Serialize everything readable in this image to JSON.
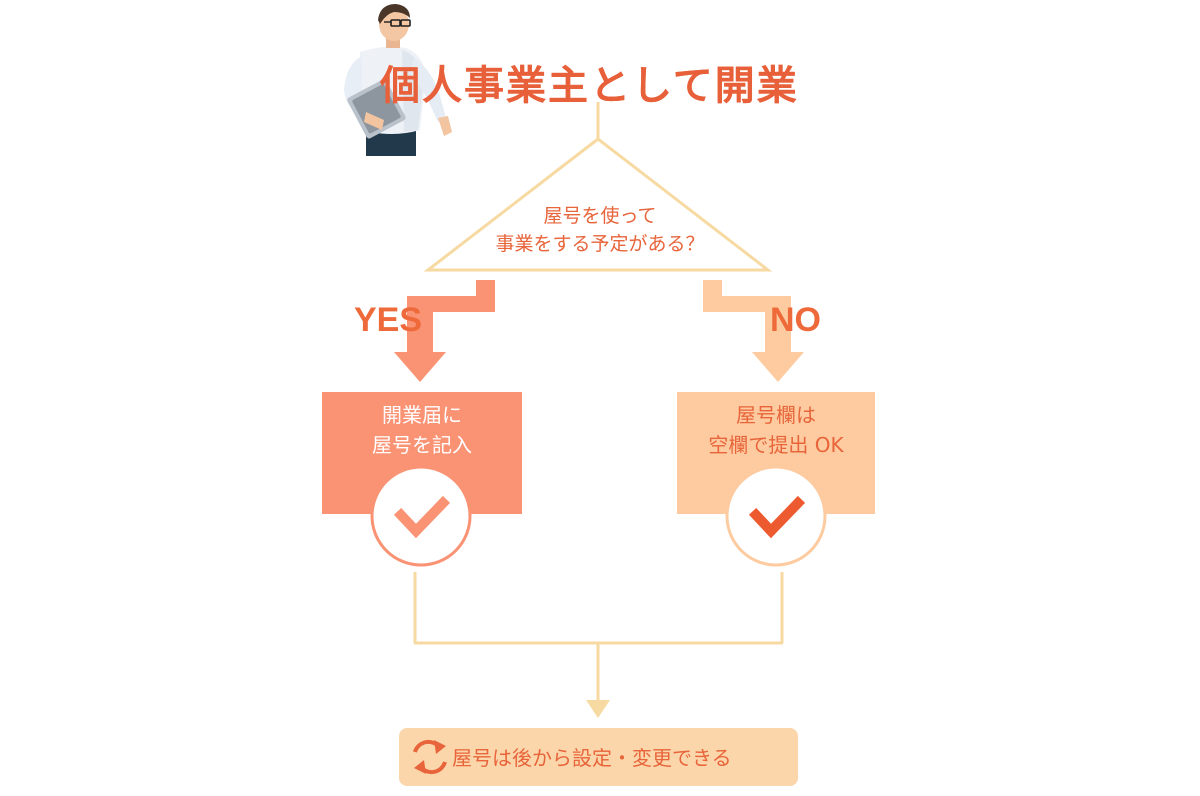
{
  "title": "個人事業主として開業",
  "question": {
    "line1": "屋号を使って",
    "line2": "事業をする予定がある？"
  },
  "yes_branch": {
    "label": "YES",
    "line1": "開業届に",
    "line2": "屋号を記入"
  },
  "no_branch": {
    "label": "NO",
    "line1": "屋号欄は",
    "line2": "空欄で提出 OK"
  },
  "result": {
    "text": "屋号は後から設定・変更できる",
    "icon": "refresh-icon"
  },
  "colors": {
    "title_gradient_start": "#f0723f",
    "title_gradient_end": "#e85a38",
    "line": "#f7d9a2",
    "yes": "#fa9274",
    "no": "#fecba0",
    "accent": "#ee6a3a",
    "result_bg": "#fcd6ab"
  }
}
